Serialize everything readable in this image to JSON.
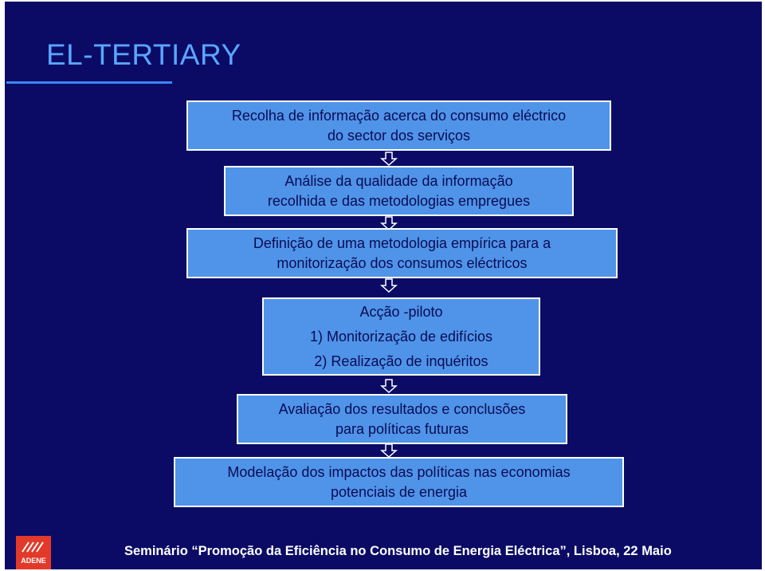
{
  "title": "EL-TERTIARY",
  "steps": [
    {
      "lines": [
        "Recolha de informação acerca do consumo eléctrico",
        "do sector dos serviços"
      ]
    },
    {
      "lines": [
        "Análise da qualidade da informação",
        "recolhida e das metodologias empregues"
      ]
    },
    {
      "lines": [
        "Definição de uma metodologia empírica para a",
        "monitorização dos consumos eléctricos"
      ]
    },
    {
      "lines": [
        "Acção -piloto",
        "1) Monitorização de edifícios",
        "2) Realização de inquéritos"
      ]
    },
    {
      "lines": [
        "Avaliação dos resultados e conclusões",
        "para políticas futuras"
      ]
    },
    {
      "lines": [
        "Modelação dos impactos das políticas nas economias",
        "potenciais de energia"
      ]
    }
  ],
  "footer": "Seminário “Promoção da Eficiência no Consumo de Energia Eléctrica”, Lisboa, 22 Maio",
  "logo_text": "ADENE",
  "colors": {
    "background": "#0b0b66",
    "box_fill": "#4f94e8",
    "title": "#5aa6ff",
    "logo": "#e23a2a"
  }
}
